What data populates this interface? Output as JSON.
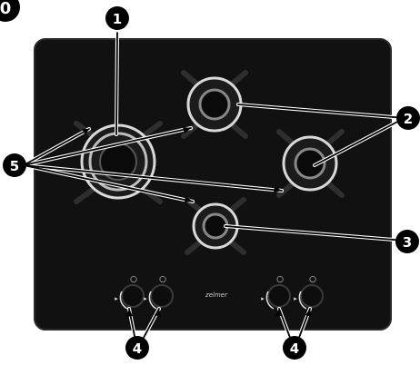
{
  "brand_label": "zelmer",
  "colors": {
    "panel": "#111111",
    "panel_edge": "#2a2a2a",
    "burner_ring": "#d9d9d9",
    "callout_fill": "#000000",
    "callout_text": "#ffffff",
    "leader_line": "#000000"
  },
  "corner_marker": "0",
  "callouts": {
    "c1": "1",
    "c2": "2",
    "c3": "3",
    "c4a": "4",
    "c4b": "4",
    "c5": "5"
  },
  "knob_marks": {
    "top": "○",
    "side": "▸"
  },
  "icons": [
    "pan-support-icon",
    "burner-icon",
    "control-knob-icon"
  ]
}
